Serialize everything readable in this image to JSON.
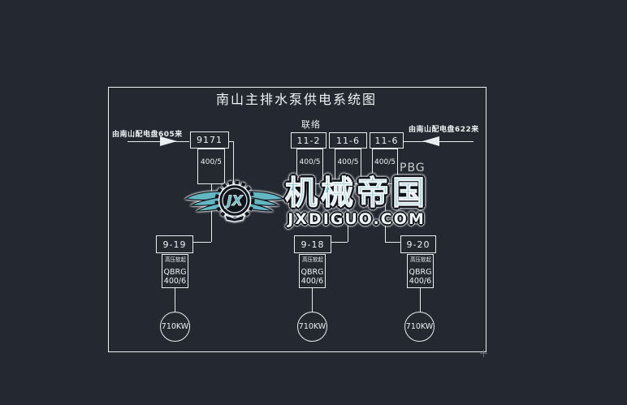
{
  "title": "南山主排水泵供电系统图",
  "colors": {
    "background": "#232831",
    "line": "#e9edf1",
    "watermark_teal": "#62b7c3",
    "pbg_text": "#c9ced4"
  },
  "incoming_left": {
    "source": "由南山配电盘605来",
    "breaker": "9171",
    "ct": "400/5"
  },
  "incoming_right": {
    "source": "由南山配电盘622来"
  },
  "tie": {
    "label": "联络",
    "breakers": [
      "11-2",
      "11-6",
      "11-6"
    ],
    "cts": [
      "400/5",
      "400/5",
      "400/5"
    ],
    "panel": "PBG"
  },
  "outgoing": [
    {
      "breaker": "9-19",
      "note": "高压软起",
      "device": "QBRG",
      "rating": "400/6",
      "motor": "710KW"
    },
    {
      "breaker": "9-18",
      "note": "高压软起",
      "device": "QBRG",
      "rating": "400/6",
      "motor": "710KW"
    },
    {
      "breaker": "9-20",
      "note": "高压软起",
      "device": "QBRG",
      "rating": "400/6",
      "motor": "710KW"
    }
  ],
  "watermark": {
    "brand": "机械帝国",
    "site": "JXDIGUO.COM",
    "monogram": "JX"
  }
}
